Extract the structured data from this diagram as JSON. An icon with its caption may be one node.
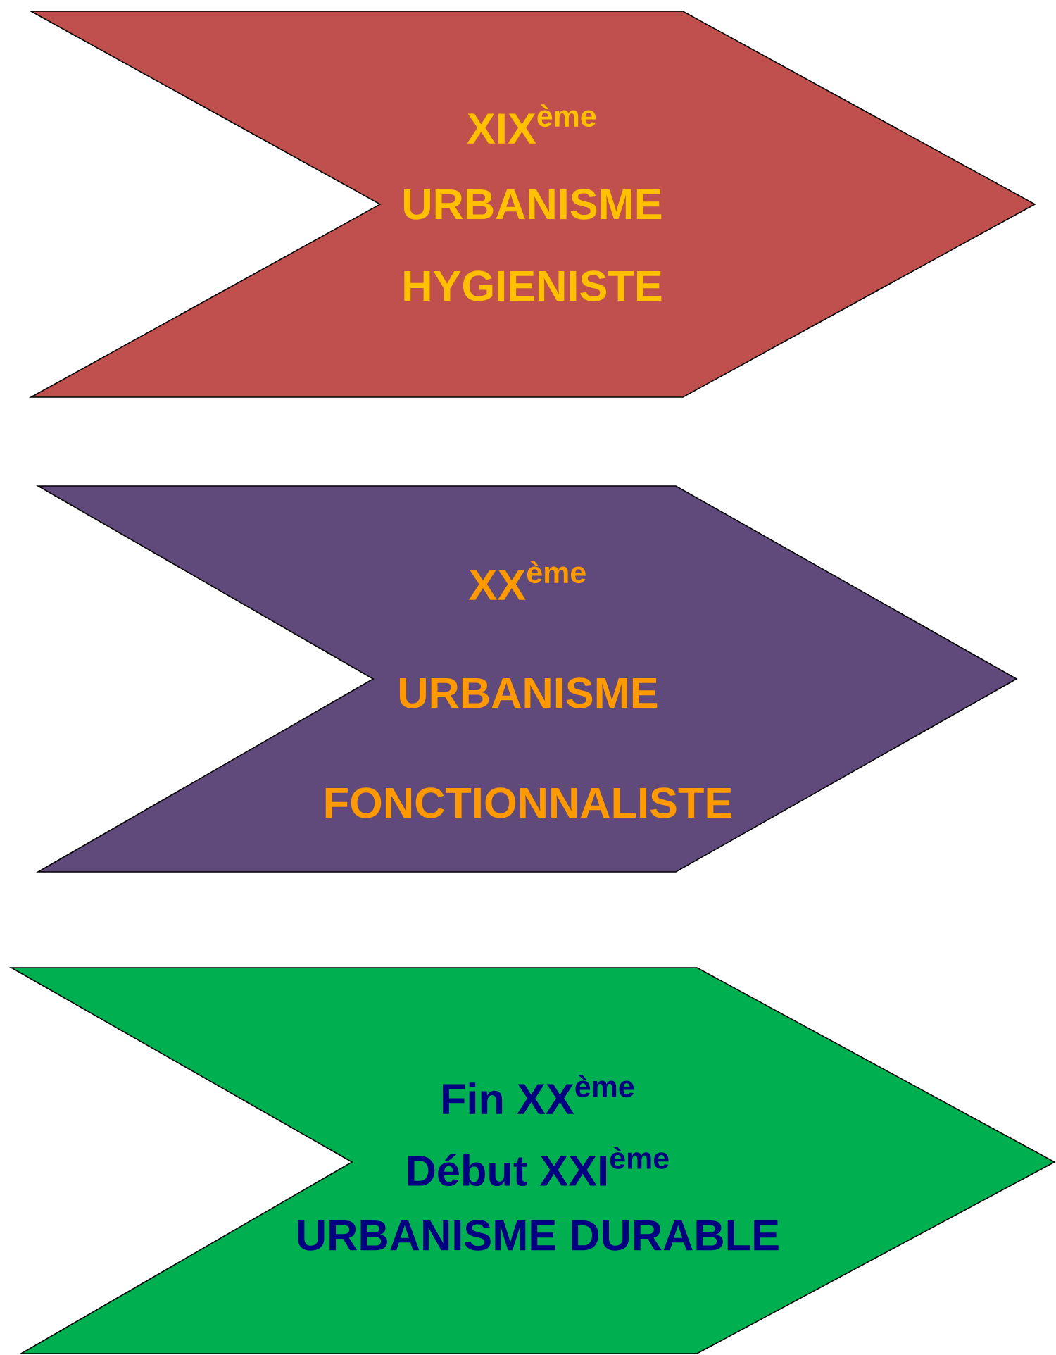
{
  "diagram": {
    "nodes": [
      {
        "text": [
          "XIX$^{ème}$",
          "URBANISME",
          "HYGIENISTE"
        ]
      },
      {
        "text": [
          "XX$^{ème}$",
          "URBANISME",
          "FONCTIONNALISTE"
        ]
      },
      {
        "text": [
          "Fin XX$^{ème}$",
          "Début XXI$^{ème}$",
          "URBANISME DURABLE"
        ]
      }
    ]
  }
}
